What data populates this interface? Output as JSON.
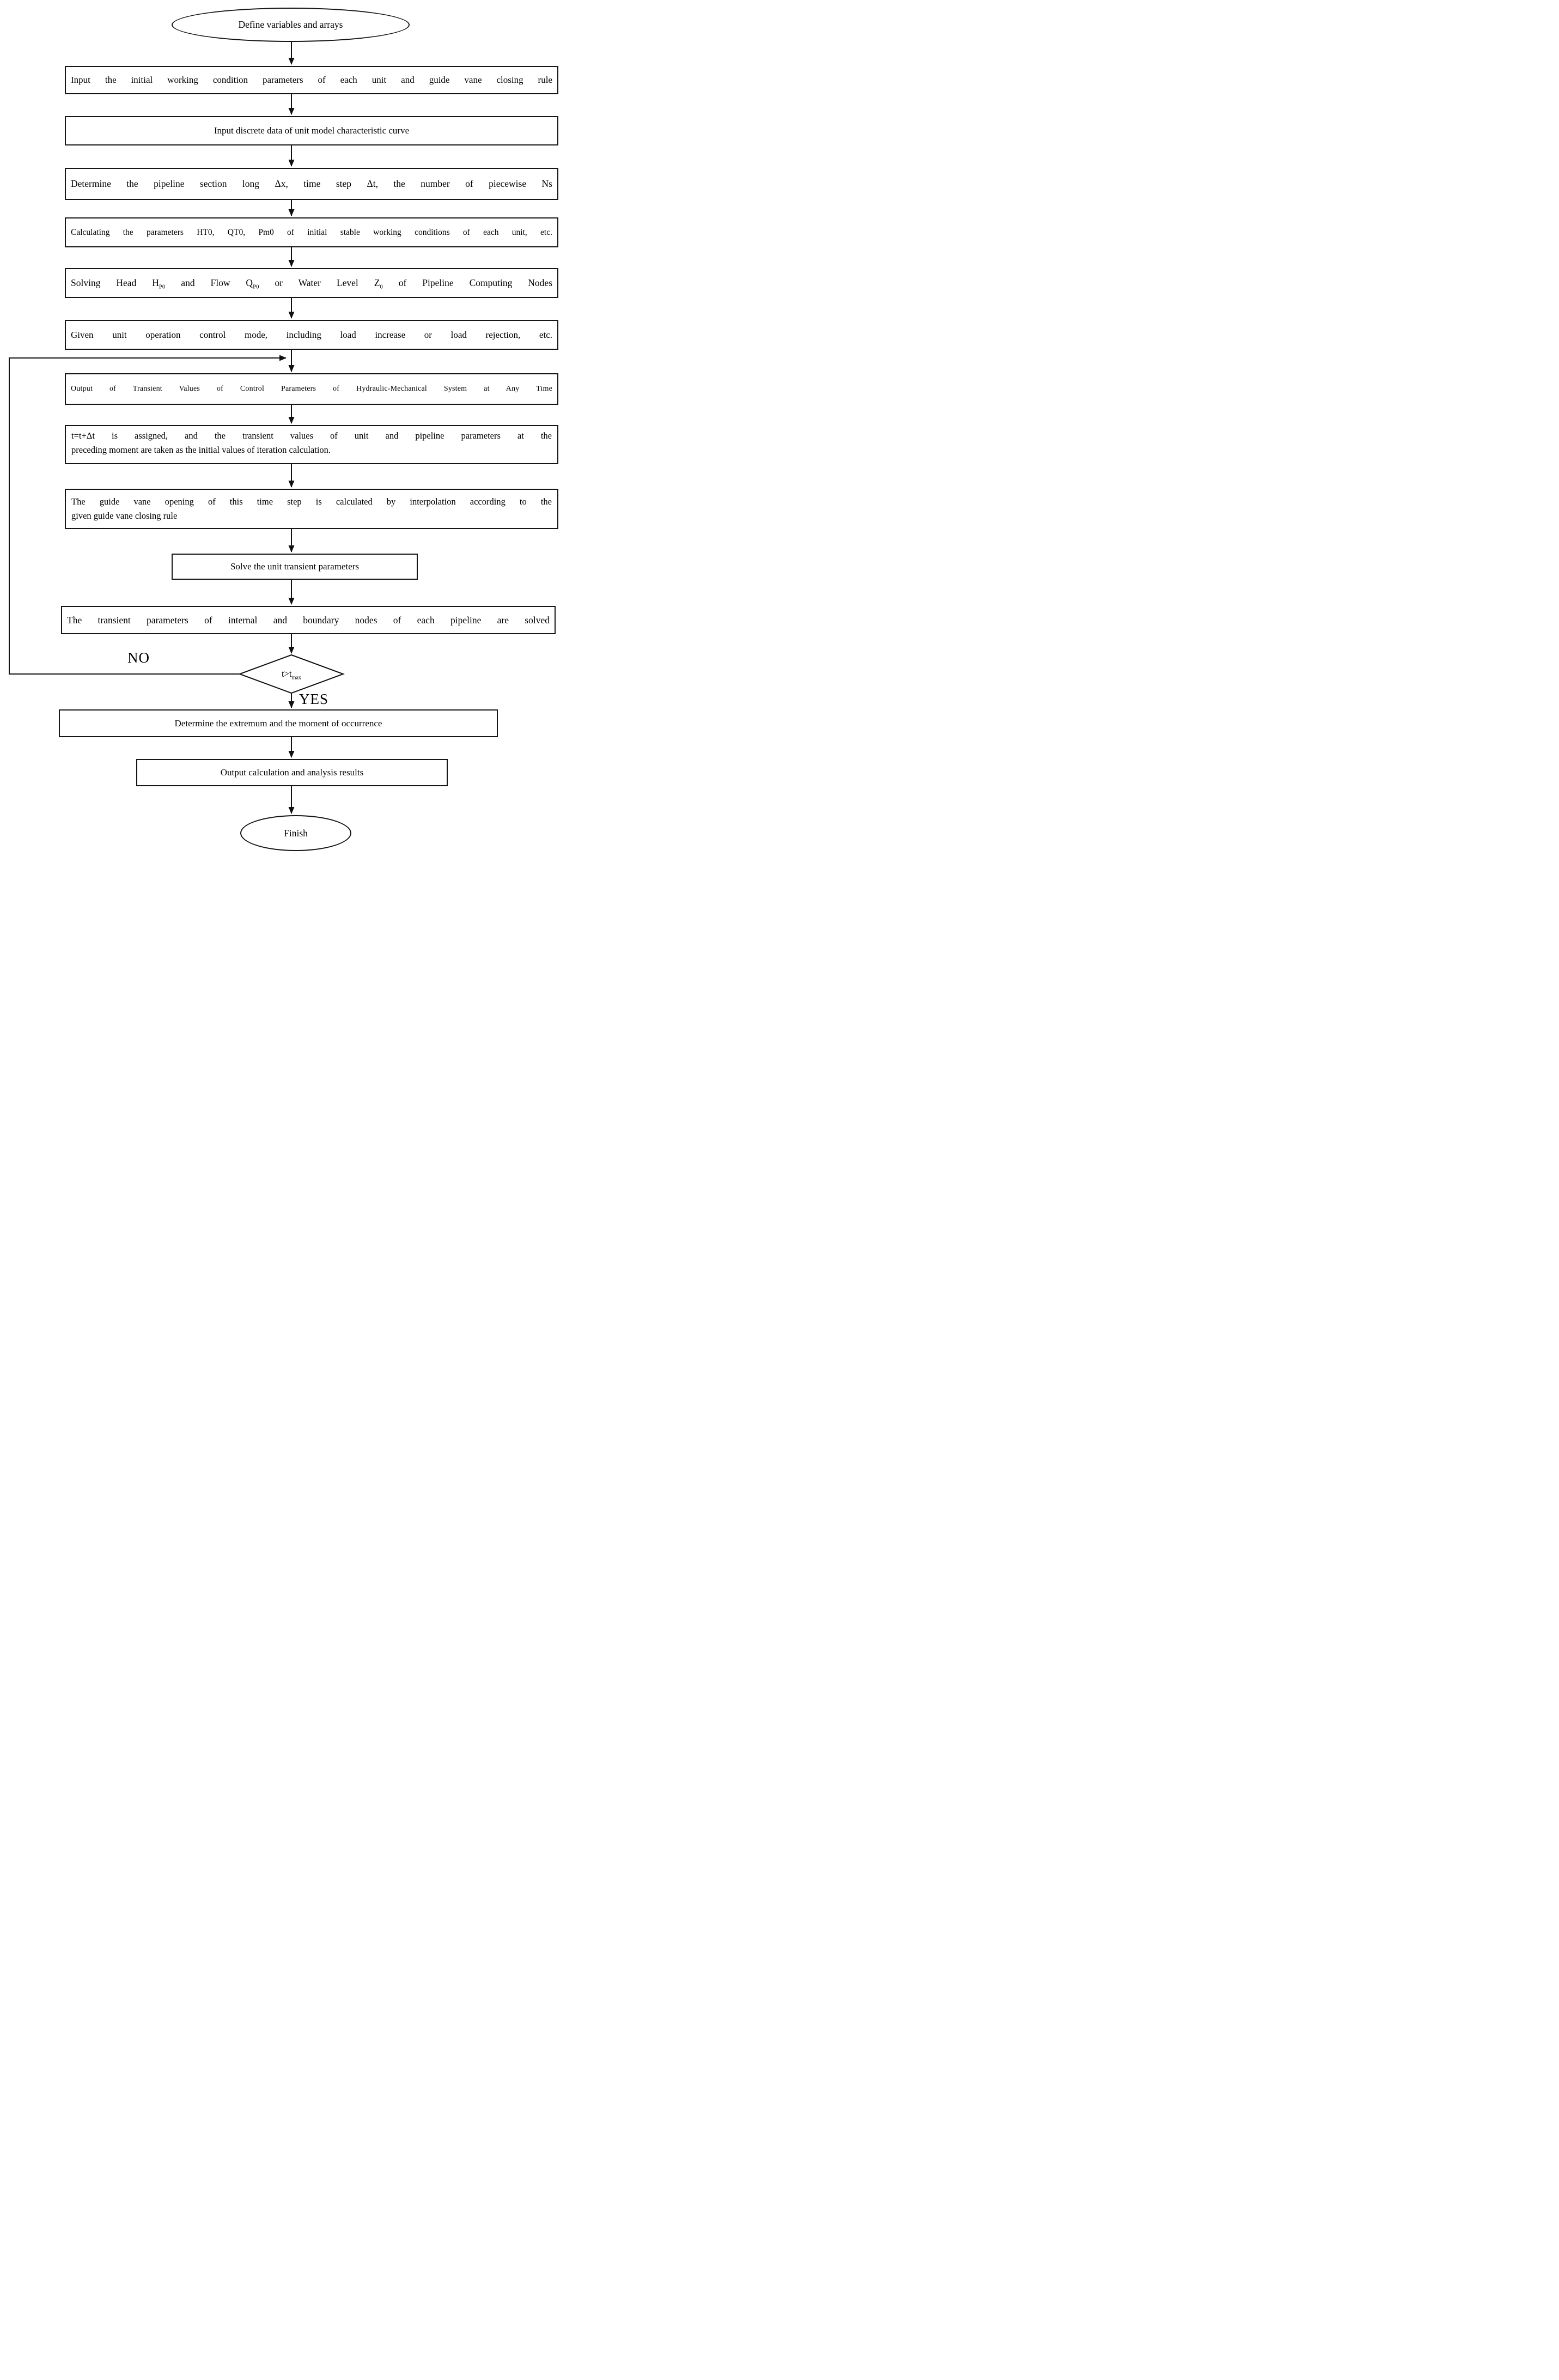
{
  "flowchart": {
    "start": "Define variables and arrays",
    "step1": "Input the initial working condition parameters of each unit and guide vane closing rule",
    "step2": "Input discrete data of unit model characteristic curve",
    "step3": "Determine the pipeline section long Δx, time step Δt, the number of piecewise Ns",
    "step4": "Calculating the parameters HT0, QT0, Pm0 of initial stable working conditions of each unit, etc.",
    "step5_parts": [
      "Solving Head H",
      "P0",
      " and Flow Q",
      "P0",
      " or Water Level Z",
      "0",
      " of Pipeline Computing Nodes"
    ],
    "step6": "Given unit operation control mode, including load increase or load rejection, etc.",
    "step7": "Output  of Transient  Values of Control  Parameters of Hydraulic-Mechanical System at Any Time",
    "step8_lines": [
      "t=t+Δt is assigned, and the transient values of unit and pipeline parameters at the",
      "preceding moment are taken as the initial values of iteration calculation."
    ],
    "step9_lines": [
      "The guide vane opening of this time step is calculated by interpolation according to the",
      "given guide vane closing rule"
    ],
    "step10": "Solve the unit transient parameters",
    "step11": "The transient parameters of internal and boundary nodes of each pipeline are solved",
    "decision": {
      "base": "t>t",
      "sub": "max"
    },
    "no_label": "NO",
    "yes_label": "YES",
    "step12": "Determine the extremum and the moment of occurrence",
    "step13": "Output calculation and analysis results",
    "finish": "Finish",
    "line_color": "#111111",
    "background": "#ffffff"
  }
}
